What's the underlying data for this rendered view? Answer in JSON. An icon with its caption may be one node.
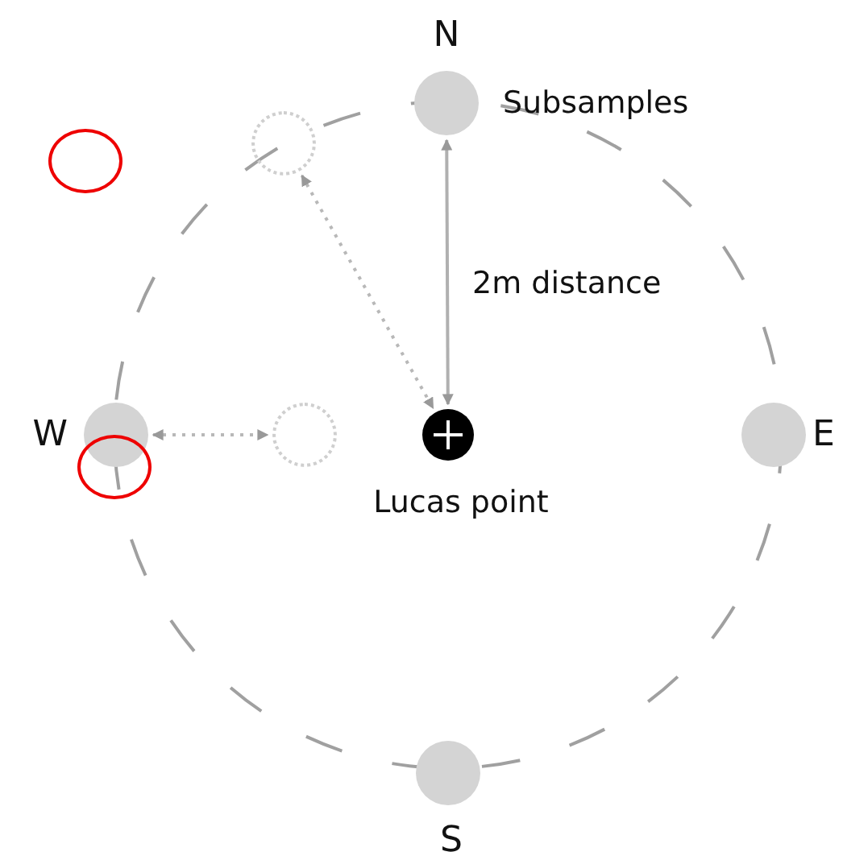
{
  "diagram": {
    "nodes": [
      {
        "text": [
          "N"
        ]
      },
      {
        "text": [],
        "shape": "circle"
      },
      {
        "text": [
          "W"
        ]
      },
      {
        "text": [],
        "shape": "circle"
      },
      {
        "text": [
          "Lucas point"
        ]
      },
      {
        "text": [
          "E"
        ]
      },
      {
        "text": [
          "S"
        ]
      }
    ],
    "edges": [
      {
        "from": 0,
        "to": 4,
        "arrow": "both",
        "label": "2m distance"
      },
      {
        "from": 1,
        "to": 4,
        "arrow": "both",
        "style": "dashed"
      },
      {
        "from": 2,
        "to": 3,
        "arrow": "both",
        "style": "dashed"
      }
    ],
    "labels": [
      "Subsamples"
    ]
  }
}
